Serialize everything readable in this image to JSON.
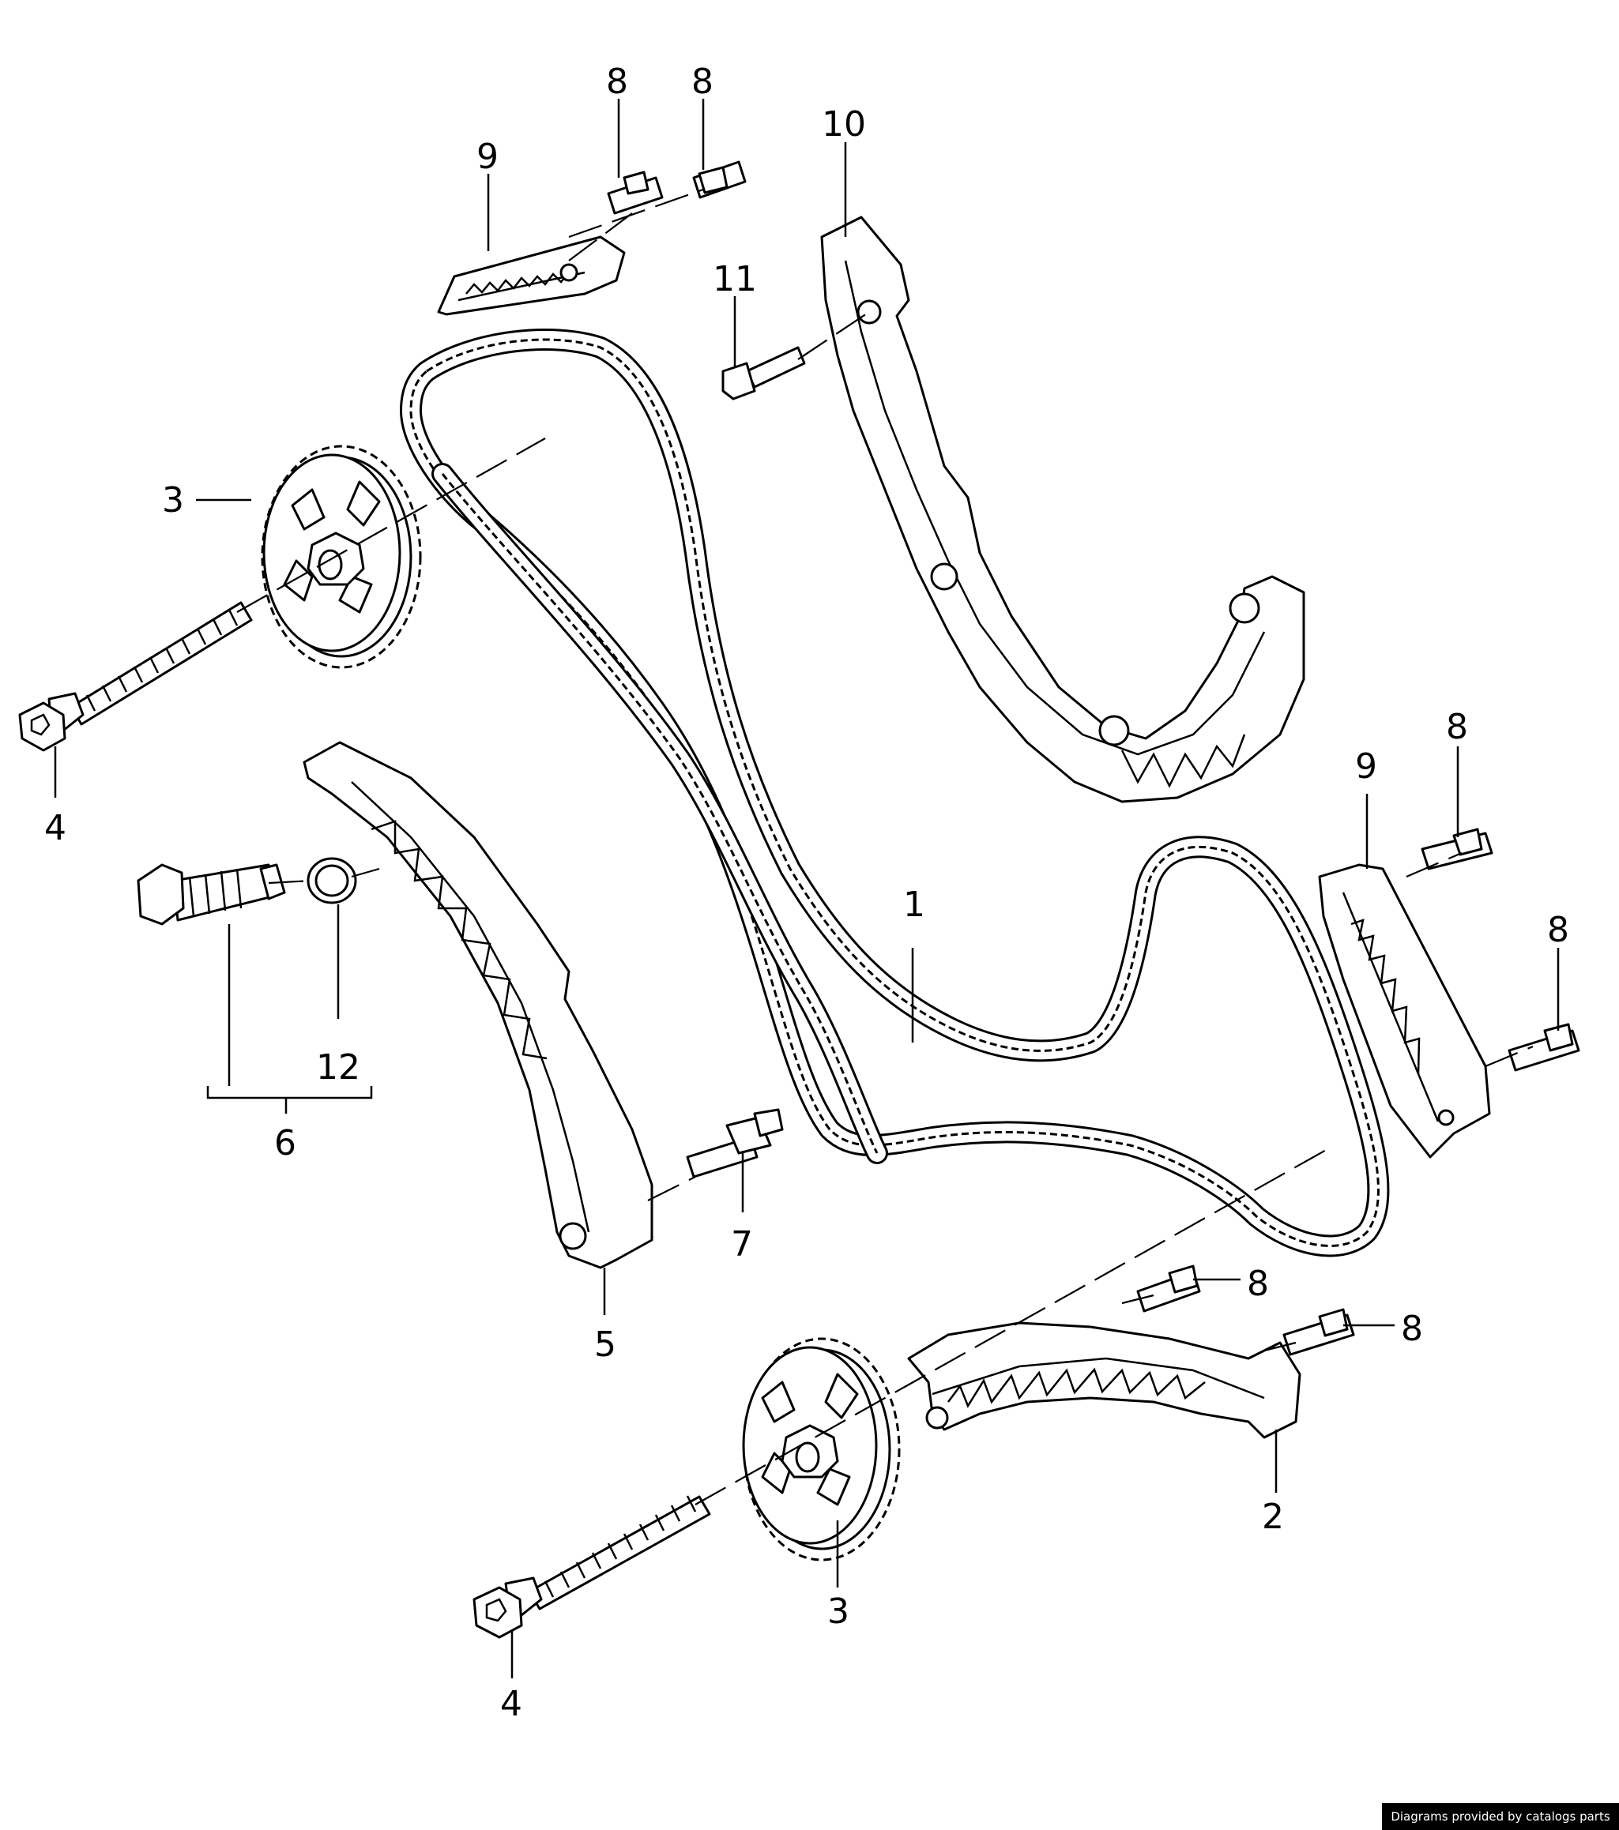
{
  "callouts": {
    "chain": "1",
    "guide_rail_lower": "2",
    "sprocket_upper": "3",
    "sprocket_lower": "3",
    "bolt_upper": "4",
    "bolt_lower": "4",
    "tensioner_rail": "5",
    "chain_tensioner": "6",
    "pivot_bolt": "7",
    "screw_upper_left_a": "8",
    "screw_upper_left_b": "8",
    "screw_right_a": "8",
    "screw_right_b": "8",
    "screw_lower_a": "8",
    "screw_lower_b": "8",
    "guide_upper": "9",
    "guide_right": "9",
    "guide_rail_large": "10",
    "screw_rail": "11",
    "sealing_ring": "12"
  },
  "credit": "Diagrams provided by catalogs parts"
}
